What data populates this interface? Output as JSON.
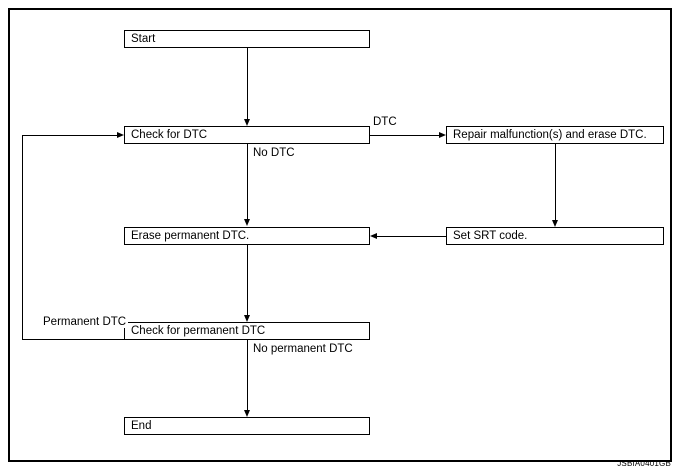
{
  "figure": {
    "reference_code": "JSBIA0401GB",
    "frame_color": "#000000",
    "background_color": "#ffffff"
  },
  "chart_data": {
    "type": "diagram",
    "diagram_kind": "flowchart",
    "title": "",
    "nodes": [
      {
        "id": "start",
        "label": "Start",
        "shape": "rectangle"
      },
      {
        "id": "check_dtc",
        "label": "Check for DTC",
        "shape": "rectangle"
      },
      {
        "id": "repair",
        "label": "Repair malfunction(s) and erase DTC.",
        "shape": "rectangle"
      },
      {
        "id": "set_srt",
        "label": "Set SRT code.",
        "shape": "rectangle"
      },
      {
        "id": "erase_permanent",
        "label": "Erase permanent DTC.",
        "shape": "rectangle"
      },
      {
        "id": "check_permanent",
        "label": "Check for permanent DTC",
        "shape": "rectangle"
      },
      {
        "id": "end",
        "label": "End",
        "shape": "rectangle"
      }
    ],
    "edges": [
      {
        "from": "start",
        "to": "check_dtc",
        "label": "",
        "direction": "down"
      },
      {
        "from": "check_dtc",
        "to": "repair",
        "label": "DTC",
        "direction": "right"
      },
      {
        "from": "check_dtc",
        "to": "erase_permanent",
        "label": "No DTC",
        "direction": "down"
      },
      {
        "from": "repair",
        "to": "set_srt",
        "label": "",
        "direction": "down"
      },
      {
        "from": "set_srt",
        "to": "erase_permanent",
        "label": "",
        "direction": "left"
      },
      {
        "from": "erase_permanent",
        "to": "check_permanent",
        "label": "",
        "direction": "down"
      },
      {
        "from": "check_permanent",
        "to": "check_dtc",
        "label": "Permanent DTC",
        "direction": "left-up-loop"
      },
      {
        "from": "check_permanent",
        "to": "end",
        "label": "No permanent DTC",
        "direction": "down"
      }
    ],
    "edge_labels": {
      "dtc": "DTC",
      "no_dtc": "No DTC",
      "permanent_dtc": "Permanent DTC",
      "no_permanent_dtc": "No permanent DTC"
    }
  }
}
